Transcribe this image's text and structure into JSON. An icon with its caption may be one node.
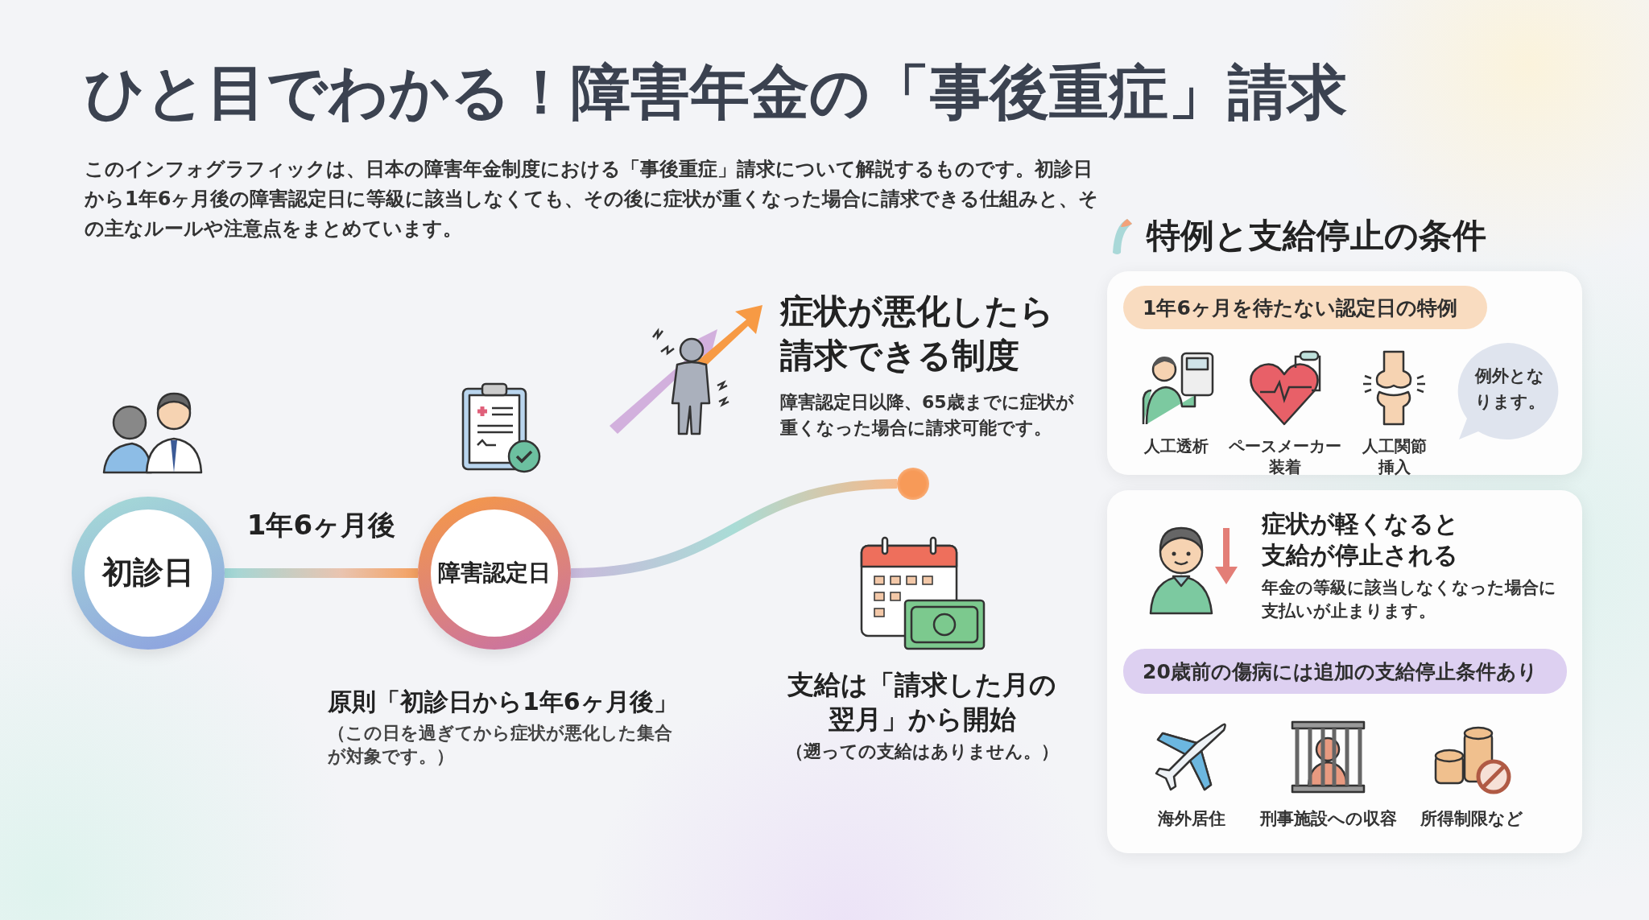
{
  "diagram": {
    "title": "ひと目でわかる！障害年金の「事後重症」請求",
    "nodes": [
      {
        "text": [
          "初診日"
        ]
      },
      {
        "text": [
          "障害認定日"
        ],
        "beside": [
          "原則「初診日から1年6ヶ月後」",
          "（この日を過ぎてから症状が悪化した集合が対象です。）"
        ]
      },
      {
        "text": [],
        "shape": "circle"
      },
      {
        "text": [],
        "shape": "box"
      },
      {
        "text": [
          "1年6ヶ月を待たない認定日の特例"
        ],
        "in": 3
      },
      {
        "text": [
          "例外となります。"
        ],
        "in": 3
      },
      {
        "text": [
          "症状が軽くなると支給が停止される",
          "年金の等級に該当しなくなった場合に支払いが止まります。"
        ]
      },
      {
        "text": [
          "20歳前の傷病には追加の支給停止条件あり"
        ],
        "in": 6
      }
    ],
    "edges": [
      {
        "from": 0,
        "to": 1,
        "arrow": "none",
        "label": "1年6ヶ月後"
      },
      {
        "from": 1,
        "to": 2,
        "arrow": "none"
      }
    ],
    "labels": [
      "このインフォグラフィックは、日本の障害年金制度における「事後重症」請求について解説するものです。初診日から1年6ヶ月後の障害認定日に等級に該当しなくても、その後に症状が重くなった場合に請求できる仕組みと、その主なルールや注意点をまとめています。",
      "特例と支給停止の条件",
      "症状が悪化したら請求できる制度",
      "障害認定日以降、65歳までに症状が重くなった場合に請求可能です。",
      "人工透析",
      "ペースメーカー装着",
      "人工関節挿入",
      "支給は「請求した月の翌月」から開始",
      "（遡っての支給はありません。）",
      "海外居住",
      "刑事施設への収容",
      "所得制限など"
    ]
  }
}
